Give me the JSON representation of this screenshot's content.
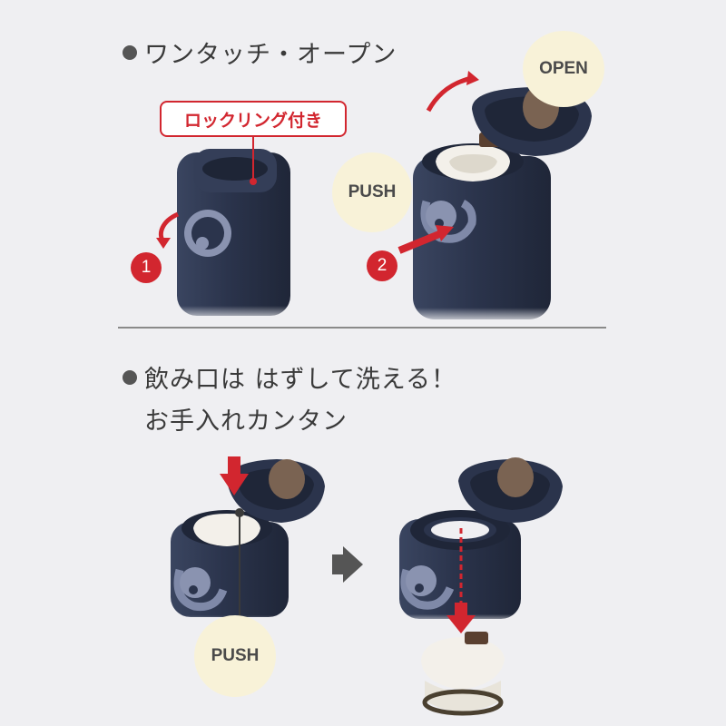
{
  "section1": {
    "heading": "ワンタッチ・オープン",
    "lock_ring_label": "ロックリング付き",
    "step1_number": "1",
    "step2_number": "2",
    "push_label": "PUSH",
    "open_label": "OPEN"
  },
  "section2": {
    "heading_line1": "飲み口は はずして洗える！",
    "heading_line2": "お手入れカンタン",
    "push_label": "PUSH"
  },
  "colors": {
    "background": "#efeff2",
    "bottle_navy": "#2b344c",
    "accent_red": "#d2262f",
    "label_cream": "#f8f2d8"
  }
}
